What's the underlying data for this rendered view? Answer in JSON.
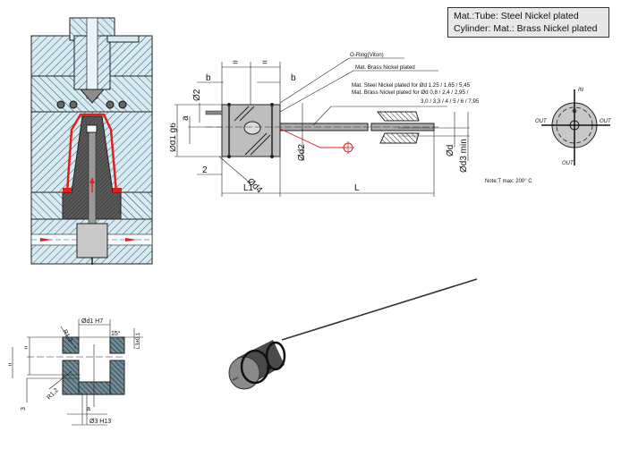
{
  "material_box": {
    "line1": "Mat.:Tube: Steel Nickel plated",
    "line2": "Cylinder: Mat.: Brass Nickel plated"
  },
  "side_view": {
    "labels": {
      "eq_left": "=",
      "eq_right": "=",
      "b_left": "b",
      "b_right": "b",
      "d2": "Ø2",
      "d1g6": "Ød1 g6",
      "a": "a",
      "two": "2",
      "d4": "Ød4",
      "L1": "L1",
      "L": "L",
      "od2": "Ød2",
      "od": "Ød",
      "od3min": "Ød3 min"
    },
    "callouts": {
      "oring": "O-Ring(Viton)",
      "brass": "Mat. Brass Nickel plated",
      "steel_line1": "Mat. Steel Nickel plated for Ød 1,25 / 1,65 / 5,45",
      "steel_line2": "Mat. Brass Nickel plated for Ød 0,8 / 2,4 / 2,95 /",
      "steel_line3": "3,0 / 3,3 / 4 / 5 / 6 / 7,95"
    }
  },
  "end_view": {
    "in": "IN",
    "out_left": "OUT",
    "out_right": "OUT",
    "out_bottom": "OUT"
  },
  "note": "Note:T max: 200° C",
  "pocket_view": {
    "d1h7": "Ød1 H7",
    "angle": "15°",
    "r12_top": "R1,2",
    "r12_bottom": "R1,2",
    "l3": "L3±0.1",
    "eq1": "=",
    "eq2": "=",
    "three": "3",
    "a": "a",
    "d3h13": "Ø3 H13"
  },
  "colors": {
    "hatch_fill": "#d6ecf5",
    "core_fill": "#5a5a5a",
    "accent_red": "#e0201e",
    "part_gray": "#b9b9b9"
  }
}
